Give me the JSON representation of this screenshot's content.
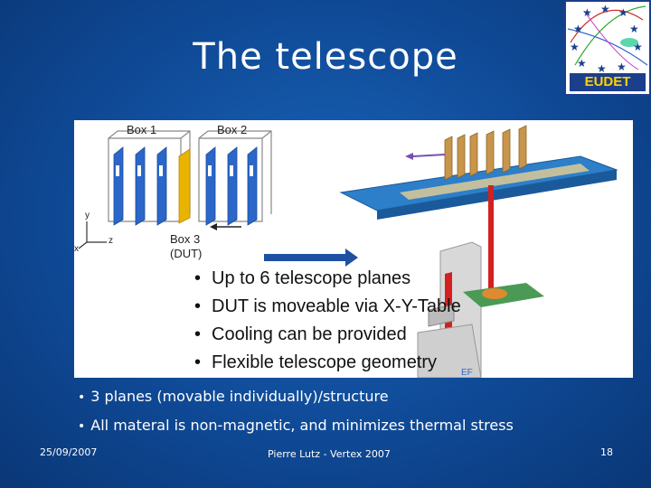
{
  "slide": {
    "title": "The telescope",
    "logo_text": "EUDET",
    "figure": {
      "box1_label": "Box 1",
      "box2_label": "Box 2",
      "box3_label": "Box 3",
      "dut_label": "(DUT)",
      "axis_y": "y",
      "axis_x": "x",
      "axis_z": "z",
      "bullets": [
        "Up to 6 telescope planes",
        "DUT is moveable via X-Y-Table",
        "Cooling can be provided",
        "Flexible telescope geometry"
      ]
    },
    "notes": [
      "3 planes (movable individually)/structure",
      "All materal is non-magnetic, and minimizes thermal stress"
    ],
    "footer": {
      "date": "25/09/2007",
      "center": "Pierre Lutz - Vertex 2007",
      "page": "18"
    }
  },
  "colors": {
    "background": "#1058a8",
    "plane_blue": "#2a67c9",
    "dut_yellow": "#e8b400",
    "table_red": "#d42020",
    "arrow_blue": "#1f4fa3"
  }
}
